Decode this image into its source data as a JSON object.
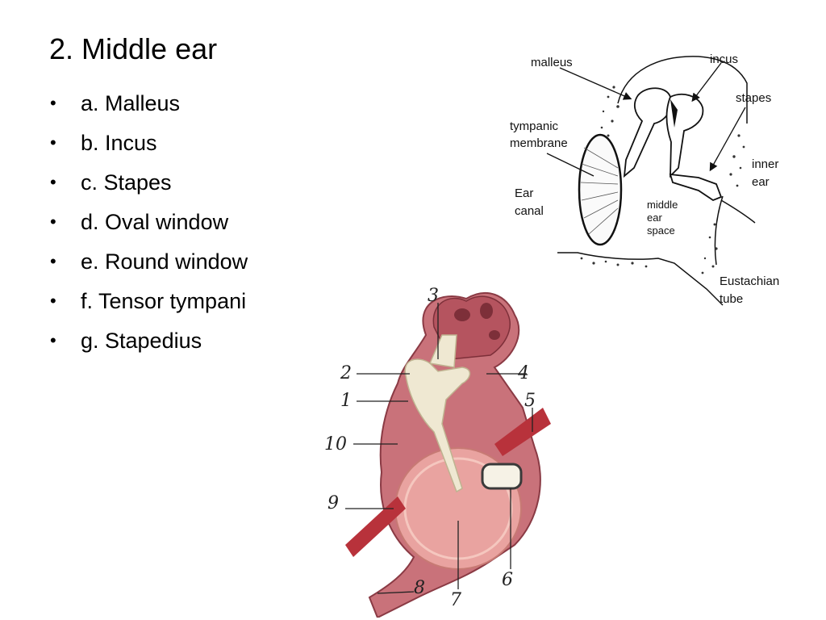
{
  "slide": {
    "title": "2.  Middle ear",
    "bullets": [
      "a.  Malleus",
      "b.  Incus",
      "c.  Stapes",
      "d.  Oval window",
      "e.  Round window",
      "f.  Tensor tympani",
      "g.  Stapedius"
    ]
  },
  "diagram_top": {
    "labels": {
      "malleus": "malleus",
      "incus": "incus",
      "stapes": "stapes",
      "tympanic_1": "tympanic",
      "tympanic_2": "membrane",
      "ear_canal_1": "Ear",
      "ear_canal_2": "canal",
      "middle_1": "middle",
      "middle_2": "ear",
      "middle_3": "space",
      "inner_1": "inner",
      "inner_2": "ear",
      "eustachian_1": "Eustachian",
      "eustachian_2": "tube"
    }
  },
  "diagram_bottom": {
    "numbers": [
      "1",
      "2",
      "3",
      "4",
      "5",
      "6",
      "7",
      "8",
      "9",
      "10"
    ]
  }
}
